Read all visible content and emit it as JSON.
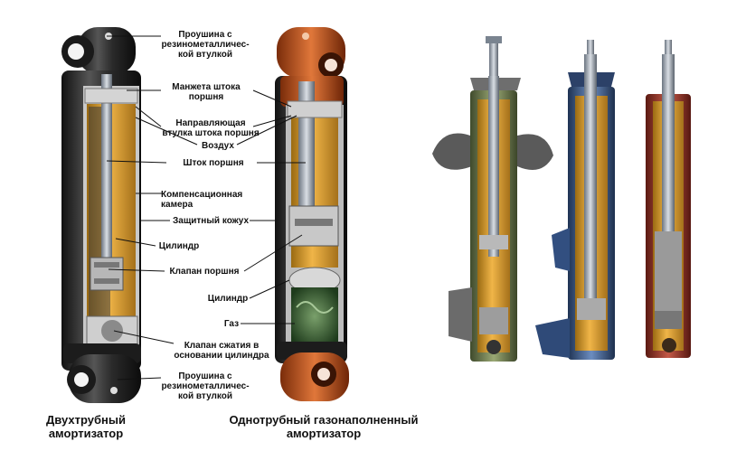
{
  "labels": {
    "eye_top": "Проушина с\nрезинометалличес-\nкой втулкой",
    "rod_seal": "Манжета штока\nпоршня",
    "rod_guide": "Направляющая\nвтулка штока поршня",
    "air": "Воздух",
    "rod": "Шток поршня",
    "comp_chamber": "Компенсационная\nкамера",
    "cover": "Защитный кожух",
    "cylinder_left": "Цилиндр",
    "piston_valve": "Клапан поршня",
    "cylinder_right": "Цилиндр",
    "gas": "Газ",
    "base_valve": "Клапан сжатия в\nосновании цилиндра",
    "eye_bottom": "Проушина с\nрезинометалличес-\nкой втулкой"
  },
  "captions": {
    "twin_tube": "Двухтрубный\nамортизатор",
    "mono_tube": "Однотрубный газонаполненный\nамортизатор"
  },
  "colors": {
    "oil": "#d99a2b",
    "tube_dark": "#2b2b2b",
    "rubber_orange": "#c4561c",
    "gas": "#3e6b3b",
    "blue_body": "#3f5f8f",
    "red_body": "#9e3a2c",
    "green_body": "#6f7d4d"
  }
}
